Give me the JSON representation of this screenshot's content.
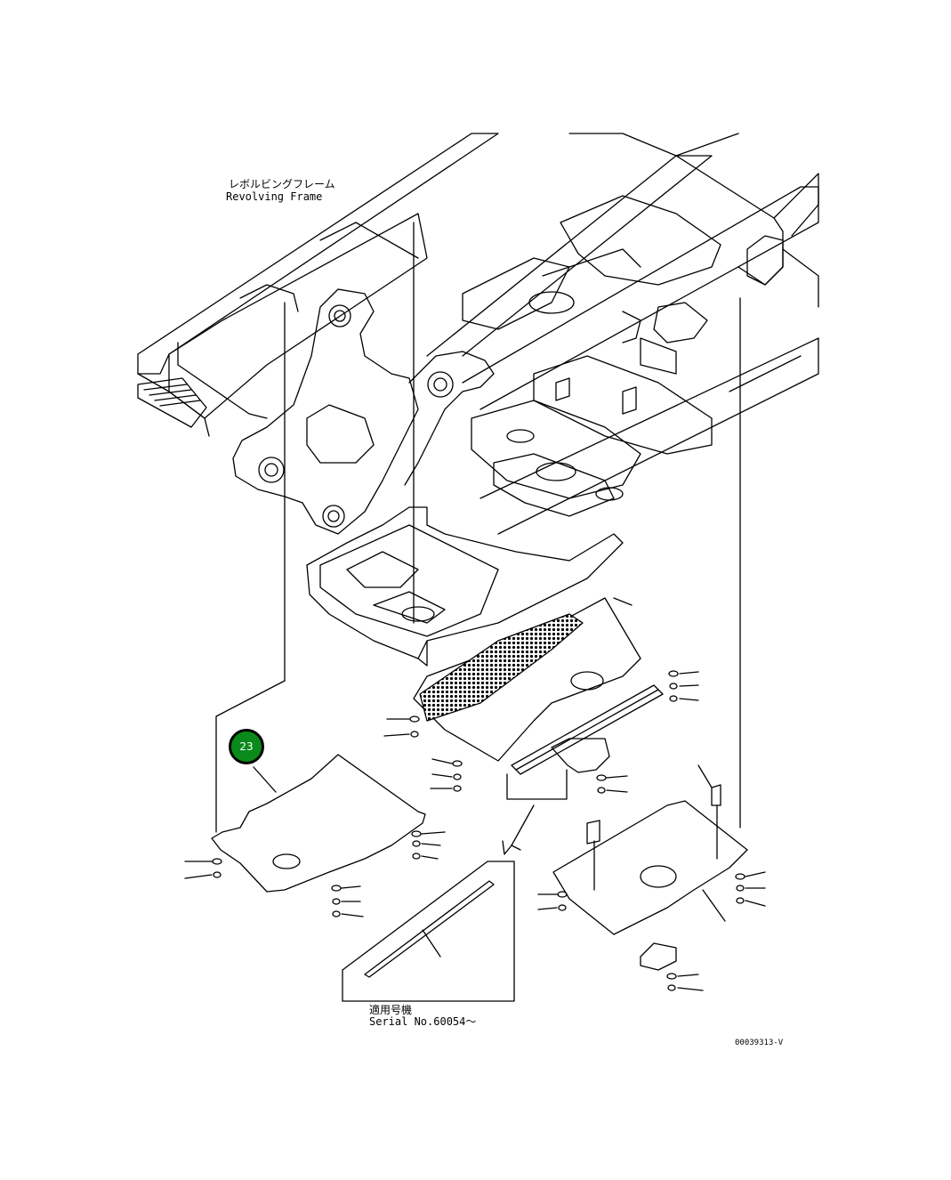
{
  "labels": {
    "frame_jp": "レボルビングフレーム",
    "frame_en": "Revolving Frame",
    "serial_jp": "適用号機",
    "serial_en": "Serial No.60054～",
    "drawing_code": "00039313-V"
  },
  "callout": {
    "number": "23",
    "color": "#0a8a1a"
  }
}
